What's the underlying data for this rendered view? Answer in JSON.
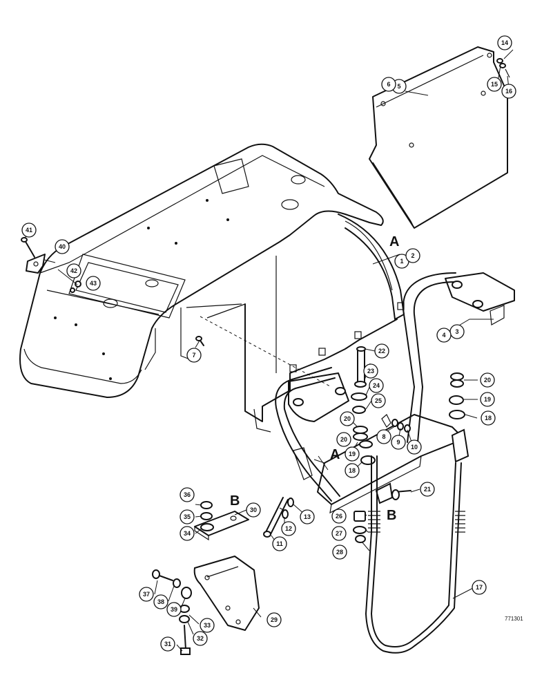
{
  "section_letters": {
    "a_upper": "A",
    "a_lower": "A",
    "b_left": "B",
    "b_right": "B"
  },
  "reference_code": "771301",
  "callouts": {
    "c1": "1",
    "c2": "2",
    "c3": "3",
    "c4": "4",
    "c5": "5",
    "c6": "6",
    "c7": "7",
    "c8": "8",
    "c9": "9",
    "c10": "10",
    "c11": "11",
    "c12": "12",
    "c13": "13",
    "c14": "14",
    "c15": "15",
    "c16": "16",
    "c17": "17",
    "c18a": "18",
    "c18b": "18",
    "c19a": "19",
    "c19b": "19",
    "c20a": "20",
    "c20b": "20",
    "c20c": "20",
    "c21": "21",
    "c22": "22",
    "c23": "23",
    "c24": "24",
    "c25": "25",
    "c26": "26",
    "c27": "27",
    "c28": "28",
    "c29": "29",
    "c30": "30",
    "c31": "31",
    "c32": "32",
    "c33": "33",
    "c34": "34",
    "c35": "35",
    "c36": "36",
    "c37": "37",
    "c38": "38",
    "c39": "39",
    "c40": "40",
    "c41": "41",
    "c42": "42",
    "c43": "43"
  }
}
